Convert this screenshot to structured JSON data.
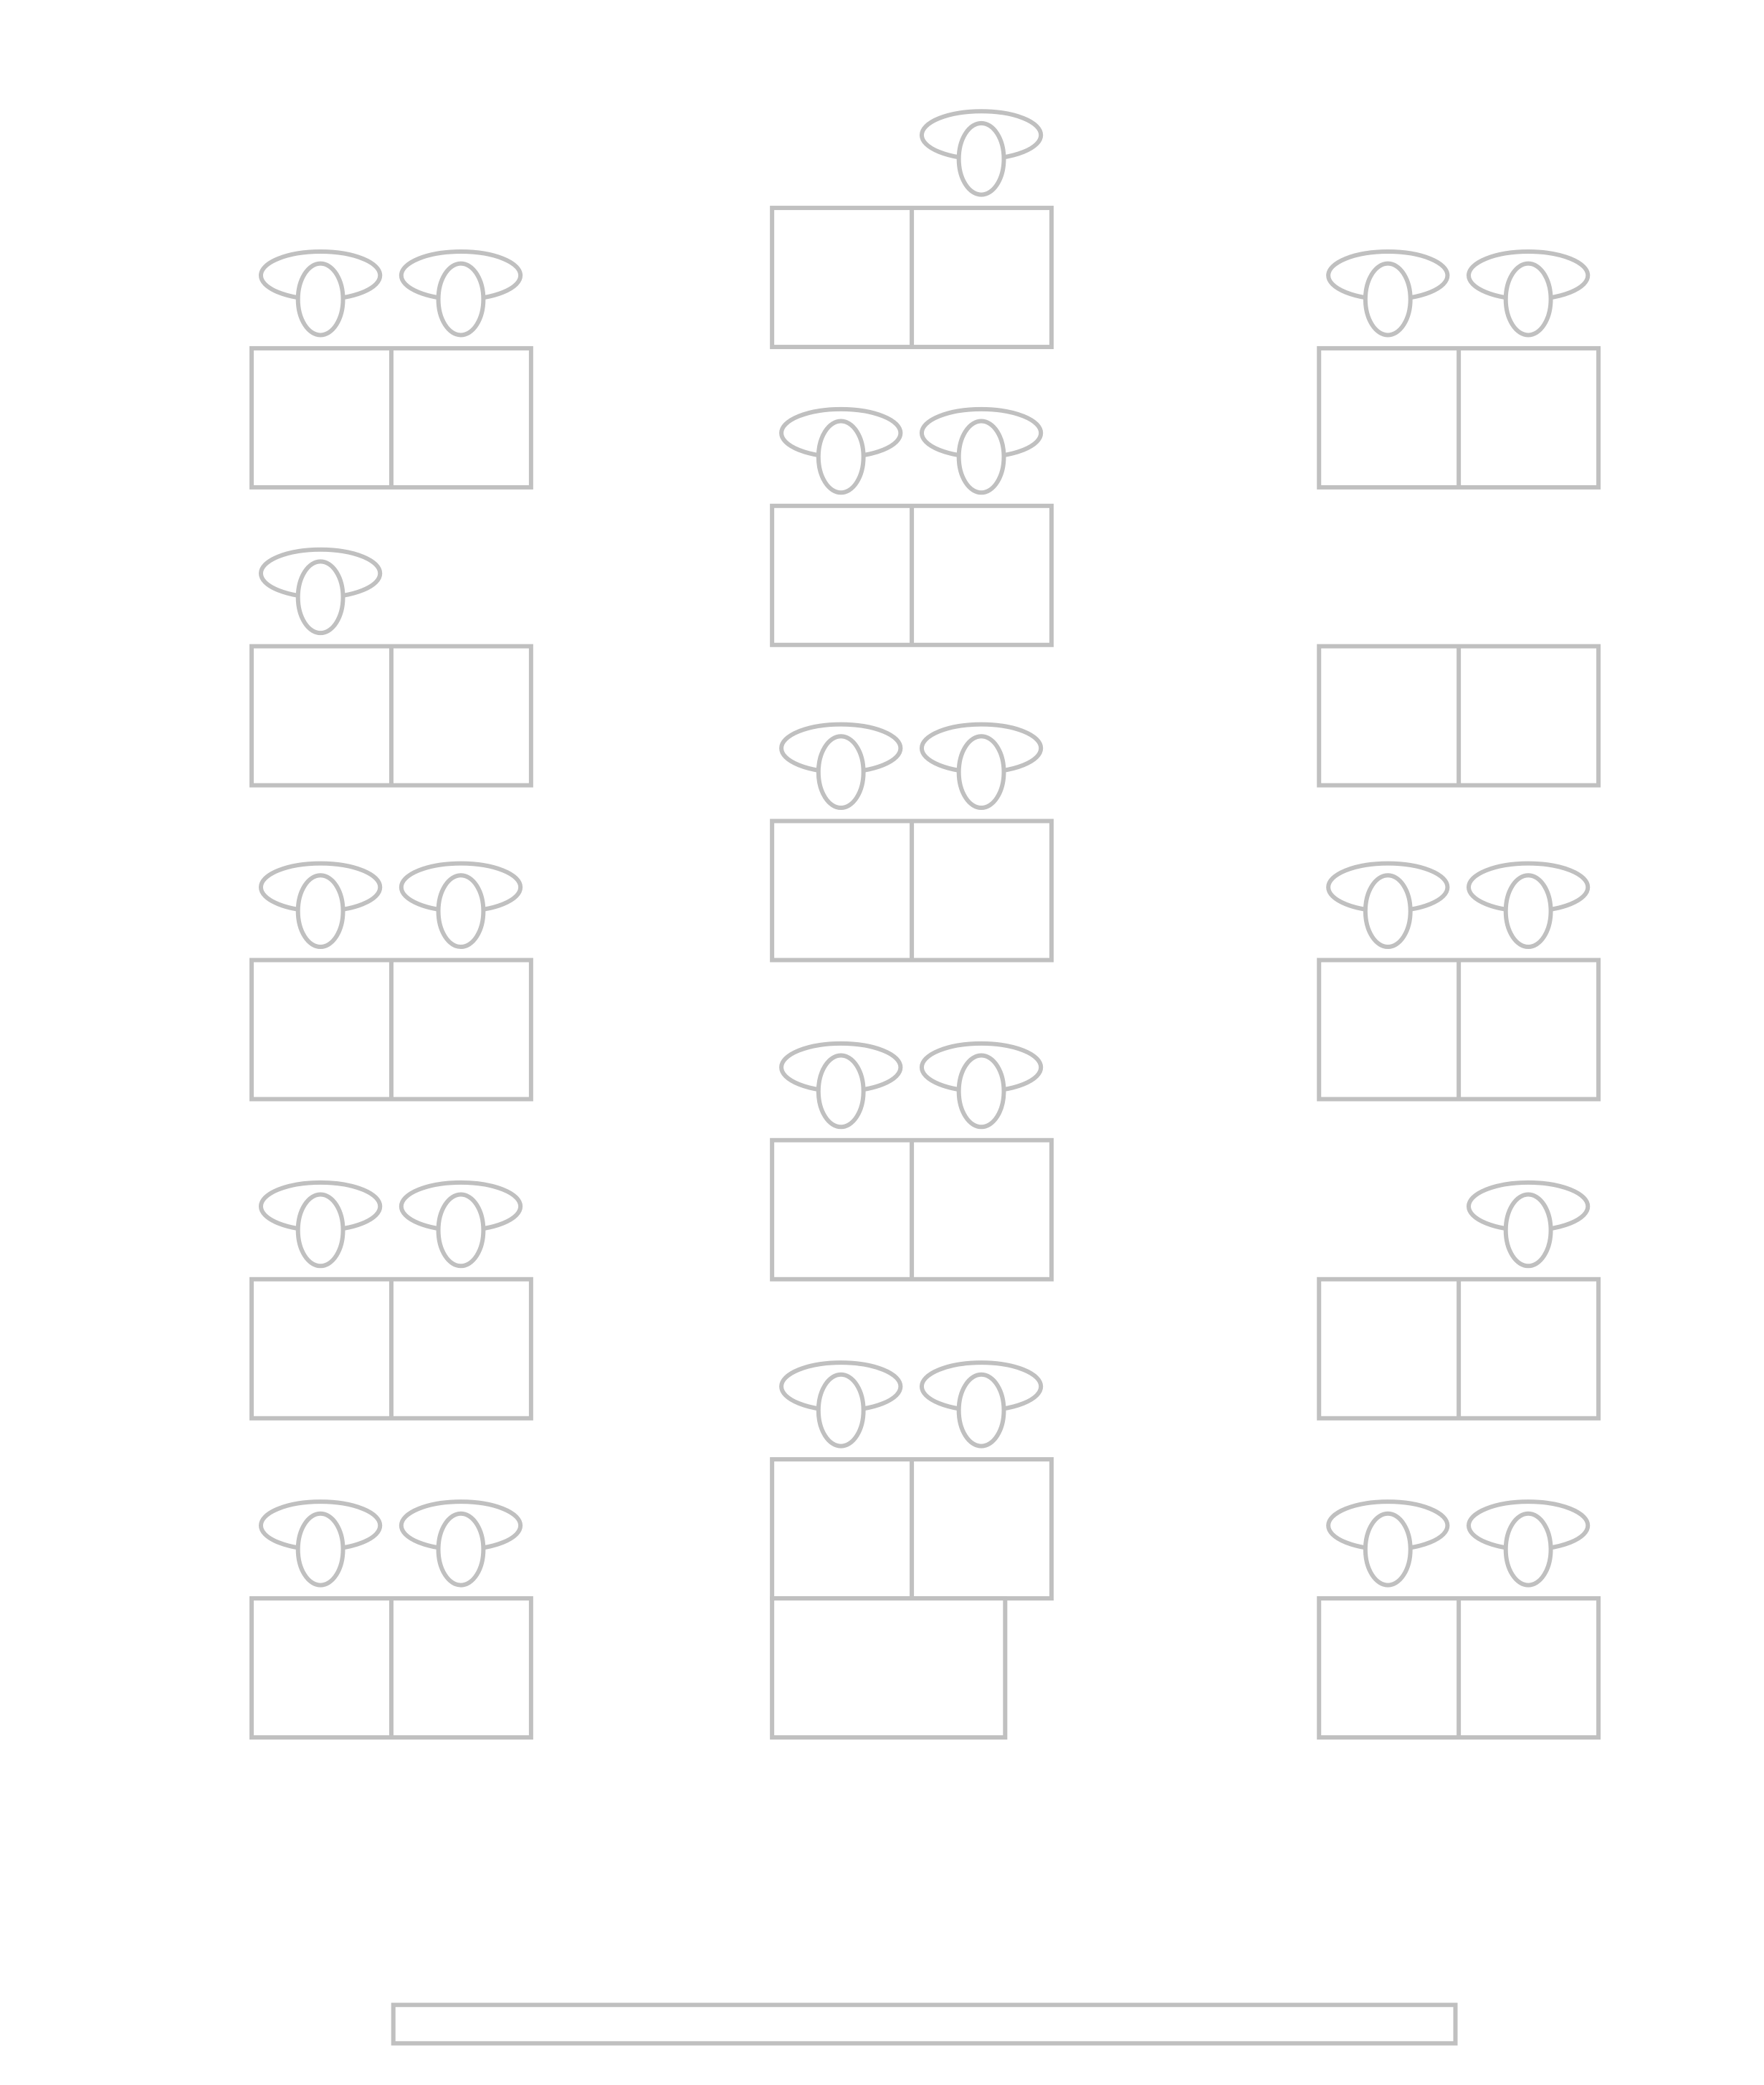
{
  "title": "",
  "colors": {
    "stroke": "#c0c0c0",
    "background": "#ffffff"
  },
  "legend": {
    "student_icon": "person-icon",
    "desk_icon": "double-desk"
  },
  "columns": [
    {
      "name": "left",
      "rows": [
        {
          "seats": [
            true,
            true
          ]
        },
        {
          "seats": [
            true,
            false
          ]
        },
        {
          "seats": [
            true,
            true
          ]
        },
        {
          "seats": [
            true,
            true
          ]
        },
        {
          "seats": [
            true,
            true
          ]
        }
      ]
    },
    {
      "name": "center",
      "rows": [
        {
          "seats": [
            false,
            true
          ]
        },
        {
          "seats": [
            true,
            true
          ]
        },
        {
          "seats": [
            true,
            true
          ]
        },
        {
          "seats": [
            true,
            true
          ]
        },
        {
          "seats": [
            true,
            true
          ]
        }
      ],
      "extra_single_desk": true
    },
    {
      "name": "right",
      "rows": [
        {
          "seats": [
            true,
            true
          ]
        },
        {
          "seats": [
            false,
            false
          ]
        },
        {
          "seats": [
            true,
            true
          ]
        },
        {
          "seats": [
            false,
            true
          ]
        },
        {
          "seats": [
            true,
            true
          ]
        }
      ]
    }
  ],
  "teacher_desk": true
}
